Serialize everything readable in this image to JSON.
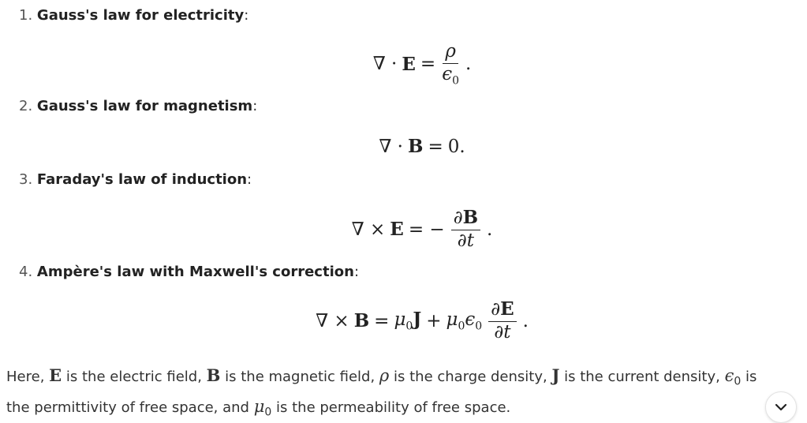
{
  "items": [
    {
      "num": "1.",
      "title": "Gauss's law for electricity",
      "colon": ":"
    },
    {
      "num": "2.",
      "title": "Gauss's law for magnetism",
      "colon": ":"
    },
    {
      "num": "3.",
      "title": "Faraday's law of induction",
      "colon": ":"
    },
    {
      "num": "4.",
      "title": "Ampère's law with Maxwell's correction",
      "colon": ":"
    }
  ],
  "eq1": {
    "nabla": "∇ ·",
    "E": "E",
    "eq": "=",
    "num": "ρ",
    "den": "ϵ",
    "sub": "0",
    "end": "."
  },
  "eq2": {
    "nabla": "∇ ·",
    "B": "B",
    "eq": "=",
    "rhs": "0."
  },
  "eq3": {
    "nabla": "∇ ×",
    "E": "E",
    "eq": "= −",
    "num_d": "∂",
    "num_v": "B",
    "den": "∂t",
    "end": "."
  },
  "eq4": {
    "nabla": "∇ ×",
    "B": "B",
    "eq": "=",
    "mu": "μ",
    "sub": "0",
    "J": "J",
    "plus": "+",
    "mu2": "μ",
    "sub2": "0",
    "eps": "ϵ",
    "sub3": "0",
    "num_d": "∂",
    "num_v": "E",
    "den": "∂t",
    "end": "."
  },
  "paragraph": {
    "t1": "Here, ",
    "E": "E",
    "t2": " is the electric field, ",
    "B": "B",
    "t3": " is the magnetic field, ",
    "rho": "ρ",
    "t4": " is the charge density, ",
    "J": "J",
    "t5": " is the current density, ",
    "eps": "ϵ",
    "sub": "0",
    "t6": " is",
    "t7": "the permittivity of free space, and ",
    "mu": "μ",
    "sub2": "0",
    "t8": " is the permeability of free space."
  },
  "scroll_button": {
    "icon": "chevron-down-icon"
  }
}
